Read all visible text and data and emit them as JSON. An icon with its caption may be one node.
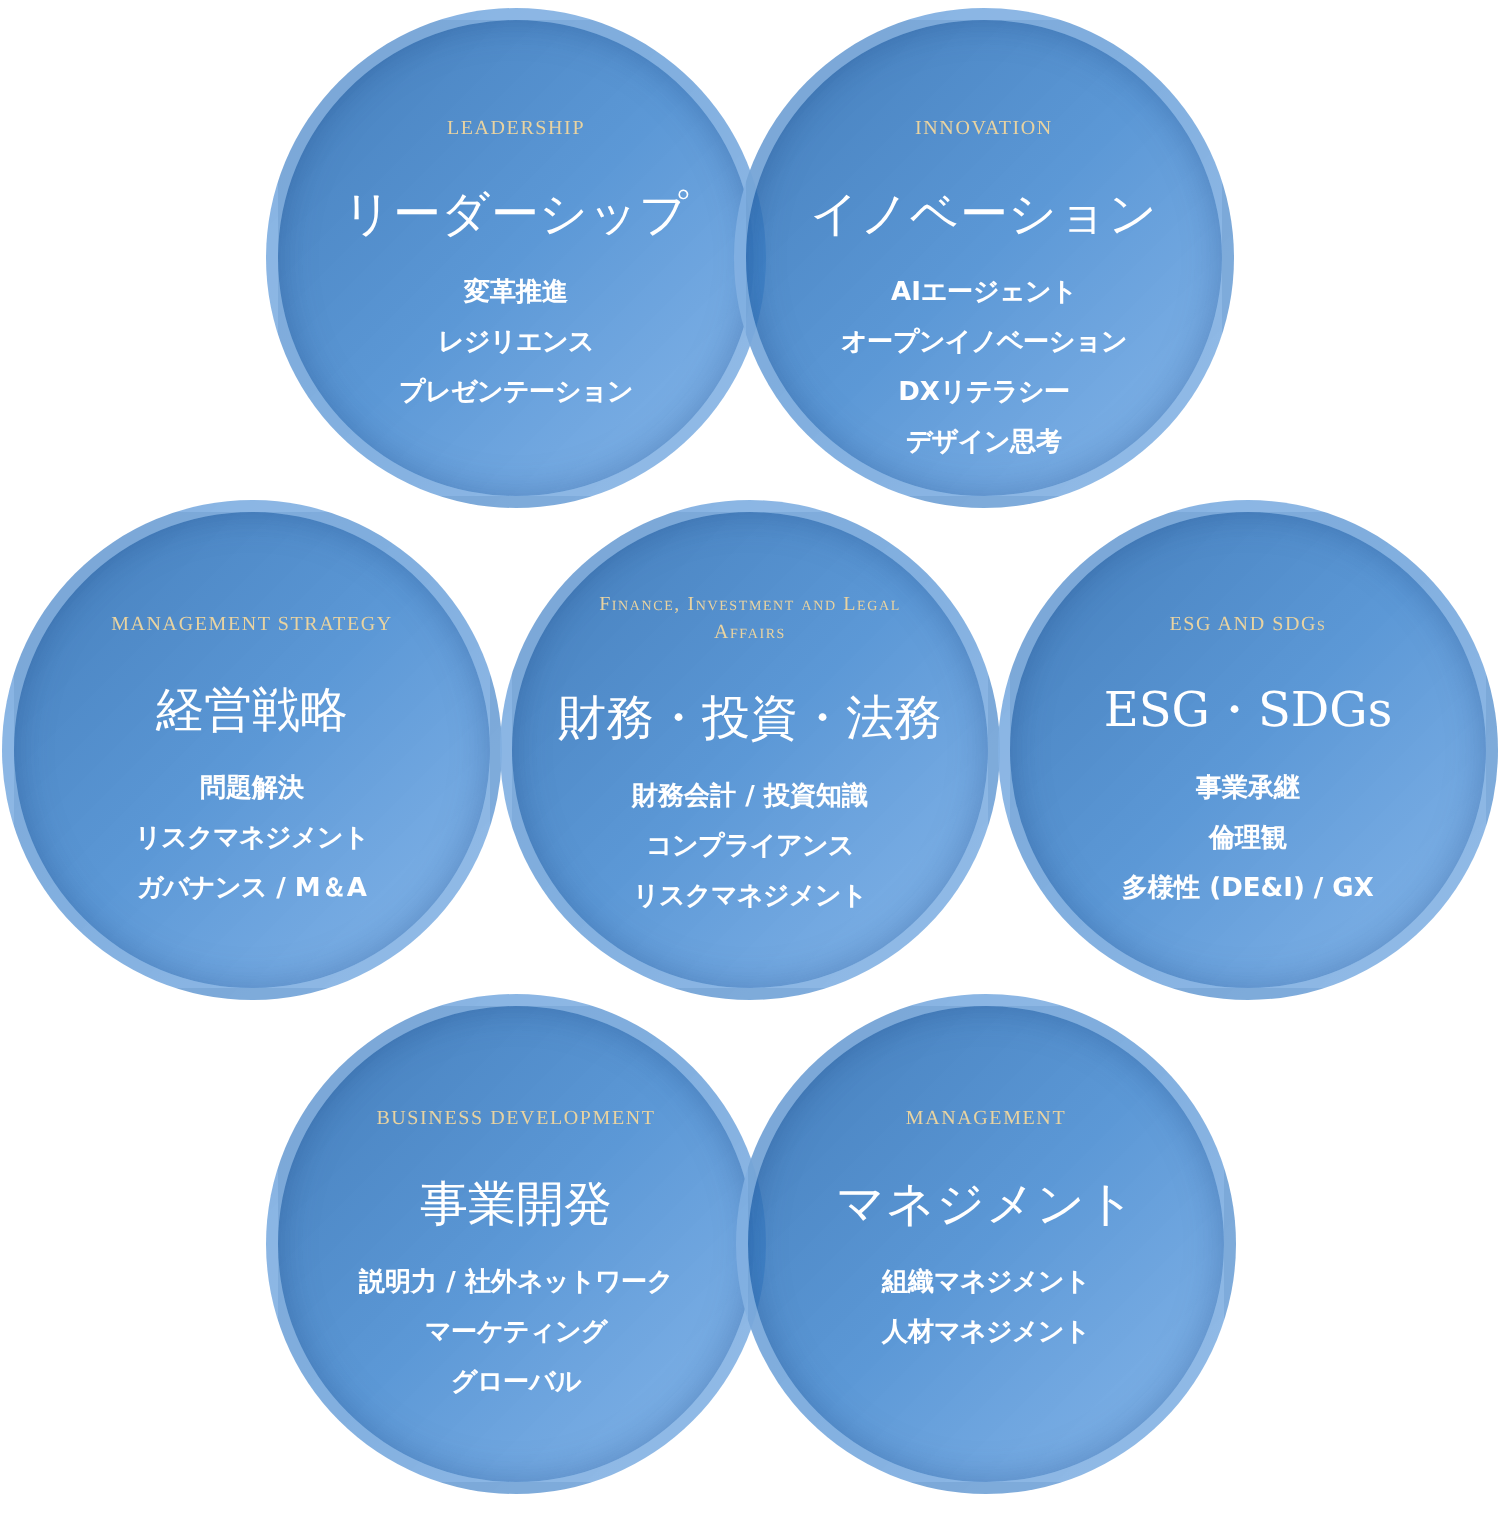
{
  "diagram": {
    "nodes": [
      {
        "text": [
          "LEADERSHIP",
          "リーダーシップ",
          "変革推進",
          "レジリエンス",
          "プレゼンテーション"
        ]
      },
      {
        "text": [
          "INNOVATION",
          "イノベーション",
          "AIエージェント",
          "オープンイノベーション",
          "DXリテラシー",
          "デザイン思考"
        ]
      },
      {
        "text": [
          "MANAGEMENT STRATEGY",
          "経営戦略",
          "問題解決",
          "リスクマネジメント",
          "ガバナンス / M＆A"
        ]
      },
      {
        "text": [
          "Finance, Investment and Legal Affairs",
          "財務・投資・法務",
          "財務会計 / 投資知識",
          "コンプライアンス",
          "リスクマネジメント"
        ]
      },
      {
        "text": [
          "ESG AND SDGs",
          "ESG・SDGs",
          "事業承継",
          "倫理観",
          "多様性 (DE&I) / GX"
        ]
      },
      {
        "text": [
          "BUSINESS DEVELOPMENT",
          "事業開発",
          "説明力 / 社外ネットワーク",
          "マーケティング",
          "グローバル"
        ]
      },
      {
        "text": [
          "MANAGEMENT",
          "マネジメント",
          "組織マネジメント",
          "人材マネジメント"
        ]
      }
    ]
  }
}
